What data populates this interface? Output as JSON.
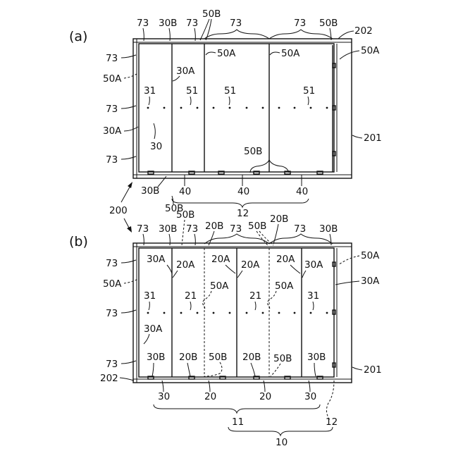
{
  "panel_a": {
    "tag": "(a)",
    "labels": {
      "l73_top1": "73",
      "l30B_top": "30B",
      "l73_top2": "73",
      "l50B_top1": "50B",
      "l73_top3": "73",
      "l73_top4": "73",
      "l50B_top2": "50B",
      "l202": "202",
      "l73_left1": "73",
      "l50A_left": "50A",
      "l73_left2": "73",
      "l30A_left": "30A",
      "l73_left3": "73",
      "l50A_in1": "50A",
      "l50A_in2": "50A",
      "l50A_right": "50A",
      "l30A_in": "30A",
      "l31": "31",
      "l51_1": "51",
      "l51_2": "51",
      "l51_3": "51",
      "l30": "30",
      "l50B_in": "50B",
      "l201": "201",
      "l30B_bottom": "30B",
      "l40_1": "40",
      "l40_2": "40",
      "l40_3": "40",
      "l50B_bottom": "50B",
      "l12": "12"
    }
  },
  "common": {
    "l200": "200"
  },
  "panel_b": {
    "tag": "(b)",
    "labels": {
      "l73_top1": "73",
      "l30B_top1": "30B",
      "l50B_top1": "50B",
      "l73_top2": "73",
      "l20B_top1": "20B",
      "l73_top3": "73",
      "l50B_top2": "50B",
      "l20B_top2": "20B",
      "l73_top4": "73",
      "l30B_top2": "30B",
      "l73_left1": "73",
      "l50A_left": "50A",
      "l73_left2": "73",
      "l73_left3": "73",
      "l202": "202",
      "l30A_1": "30A",
      "l20A_1": "20A",
      "l20A_2": "20A",
      "l20A_3": "20A",
      "l20A_4": "20A",
      "l30A_2": "30A",
      "l50A_right": "50A",
      "l30A_right": "30A",
      "l31_1": "31",
      "l21_1": "21",
      "l50A_in1": "50A",
      "l21_2": "21",
      "l50A_in2": "50A",
      "l31_2": "31",
      "l30A_3": "30A",
      "l30B_1": "30B",
      "l20B_1": "20B",
      "l50B_in1": "50B",
      "l20B_2": "20B",
      "l50B_in2": "50B",
      "l30B_2": "30B",
      "l201": "201",
      "l30_1": "30",
      "l20_1": "20",
      "l20_2": "20",
      "l30_2": "30",
      "l11": "11",
      "l12": "12",
      "l10": "10"
    }
  }
}
